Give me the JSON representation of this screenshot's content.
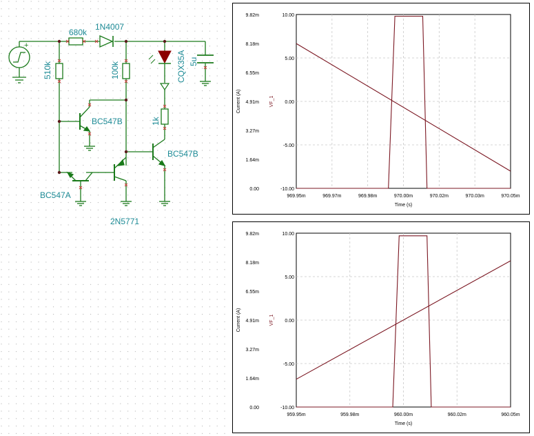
{
  "schematic": {
    "components": {
      "r680k": "680k",
      "d1n4007": "1N4007",
      "r510k": "510k",
      "r100k": "100k",
      "cqx35a": "CQX35A",
      "c5u": "5u",
      "q_bc547b_top": "BC547B",
      "r1k": "1k",
      "q_bc547b_right": "BC547B",
      "q_bc547a": "BC547A",
      "q_2n5771": "2N5771"
    },
    "source_plus": "+"
  },
  "colors": {
    "wire": "#1a7a1a",
    "label": "#1c8a95",
    "trace": "#7a1520",
    "grid": "#c8c8c8",
    "pin": "#d04040",
    "led": "#8b0000"
  },
  "chart_data": [
    {
      "type": "line",
      "left_axis_label": "Current (A)",
      "left_ticks": [
        "0.00",
        "1.64m",
        "3.27m",
        "4.91m",
        "6.55m",
        "8.18m",
        "9.82m"
      ],
      "right_axis_label": "VF_1",
      "right_ticks": [
        "-10.00",
        "-5.00",
        "0.00",
        "5.00",
        "10.00"
      ],
      "xlabel": "Time (s)",
      "x_ticks": [
        "969.95m",
        "969.97m",
        "969.98m",
        "970.00m",
        "970.02m",
        "970.03m",
        "970.05m"
      ],
      "xlim": [
        969.95,
        970.05
      ],
      "ylim_left": [
        0,
        9.82
      ],
      "ylim_right": [
        -10,
        10
      ],
      "series": [
        {
          "axis": "left",
          "x": [
            969.95,
            970.05
          ],
          "y": [
            8.18,
            0.97
          ]
        },
        {
          "axis": "right",
          "x": [
            969.95,
            969.993,
            969.996,
            970.009,
            970.011,
            970.05
          ],
          "y": [
            -10,
            -10,
            9.8,
            9.8,
            -10,
            -10
          ]
        }
      ]
    },
    {
      "type": "line",
      "left_axis_label": "Current (A)",
      "left_ticks": [
        "0.00",
        "1.64m",
        "3.27m",
        "4.91m",
        "6.55m",
        "8.18m",
        "9.82m"
      ],
      "right_axis_label": "VF_1",
      "right_ticks": [
        "-10.00",
        "-5.00",
        "0.00",
        "5.00",
        "10.00"
      ],
      "xlabel": "Time (s)",
      "x_ticks": [
        "959.95m",
        "959.98m",
        "960.00m",
        "960.02m",
        "960.05m"
      ],
      "xlim": [
        959.95,
        960.05
      ],
      "ylim_left": [
        0,
        9.82
      ],
      "ylim_right": [
        -10,
        10
      ],
      "series": [
        {
          "axis": "left",
          "x": [
            959.95,
            960.05
          ],
          "y": [
            1.57,
            8.26
          ]
        },
        {
          "axis": "right",
          "x": [
            959.95,
            959.995,
            959.998,
            960.011,
            960.013,
            960.05
          ],
          "y": [
            -10,
            -10,
            9.7,
            9.7,
            -10,
            -10
          ]
        }
      ]
    }
  ]
}
